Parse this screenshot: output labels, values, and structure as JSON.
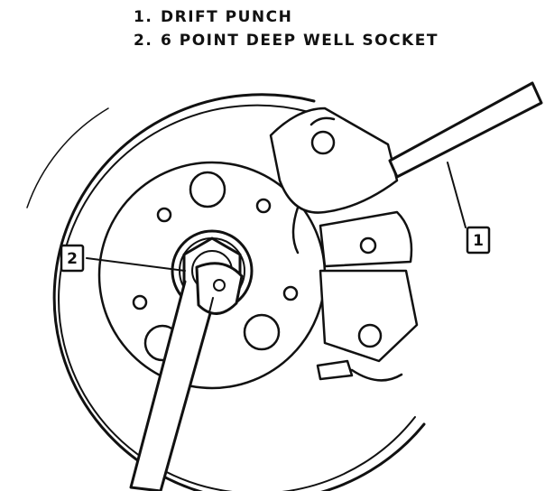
{
  "legend": {
    "items": [
      {
        "number": "1.",
        "text": "DRIFT PUNCH"
      },
      {
        "number": "2.",
        "text": "6 POINT DEEP WELL SOCKET"
      }
    ]
  },
  "callouts": [
    {
      "label": "1",
      "refers_to": "DRIFT PUNCH"
    },
    {
      "label": "2",
      "refers_to": "6 POINT DEEP WELL SOCKET"
    }
  ],
  "colors": {
    "ink": "#111111",
    "paper": "#ffffff"
  }
}
